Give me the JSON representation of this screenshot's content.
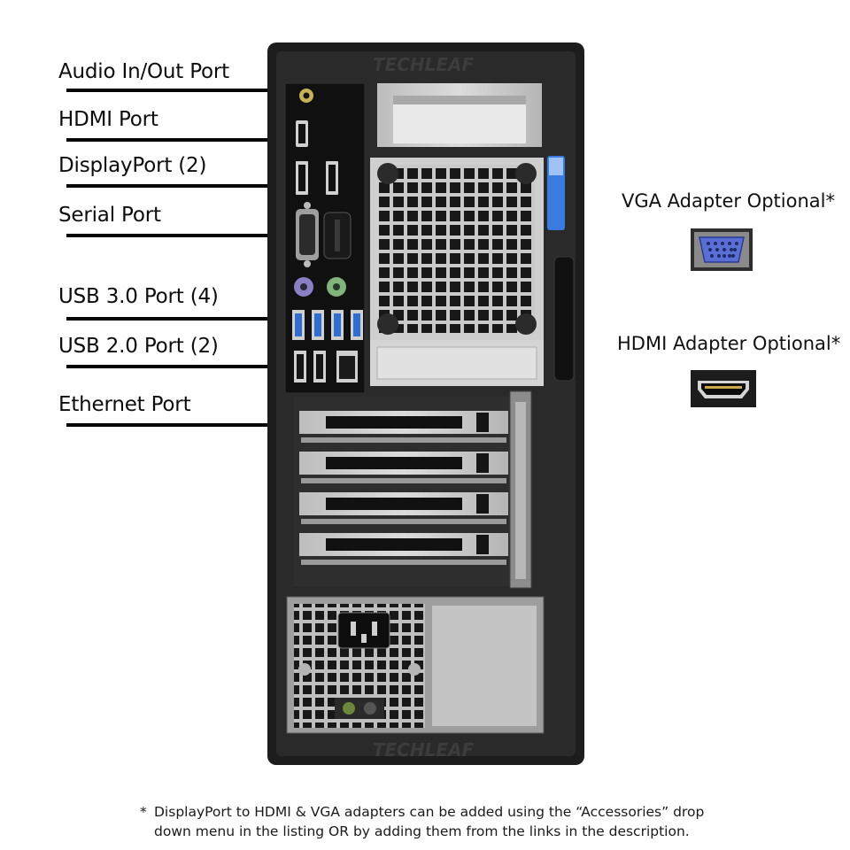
{
  "labels": {
    "audio": "Audio In/Out Port",
    "hdmi": "HDMI Port",
    "displayport": "DisplayPort (2)",
    "serial": "Serial Port",
    "usb3": "USB 3.0 Port (4)",
    "usb2": "USB 2.0 Port (2)",
    "ethernet": "Ethernet Port"
  },
  "adapters": {
    "vga": "VGA Adapter Optional*",
    "hdmi": "HDMI Adapter Optional*"
  },
  "watermark": "TECHLEAF",
  "footnote": {
    "star": "*",
    "line1": "DisplayPort to HDMI & VGA adapters can be added using the “Accessories” drop",
    "line2": "down menu in the listing OR by adding them from the links in the description."
  },
  "colors": {
    "vga_port": "#5a6fd6",
    "ps2_keyboard": "#8b7fc4",
    "ps2_mouse": "#7fb57a",
    "usb3": "#2f6fd1",
    "release_latch": "#3a7be0",
    "chassis": "#1b1b1b"
  }
}
